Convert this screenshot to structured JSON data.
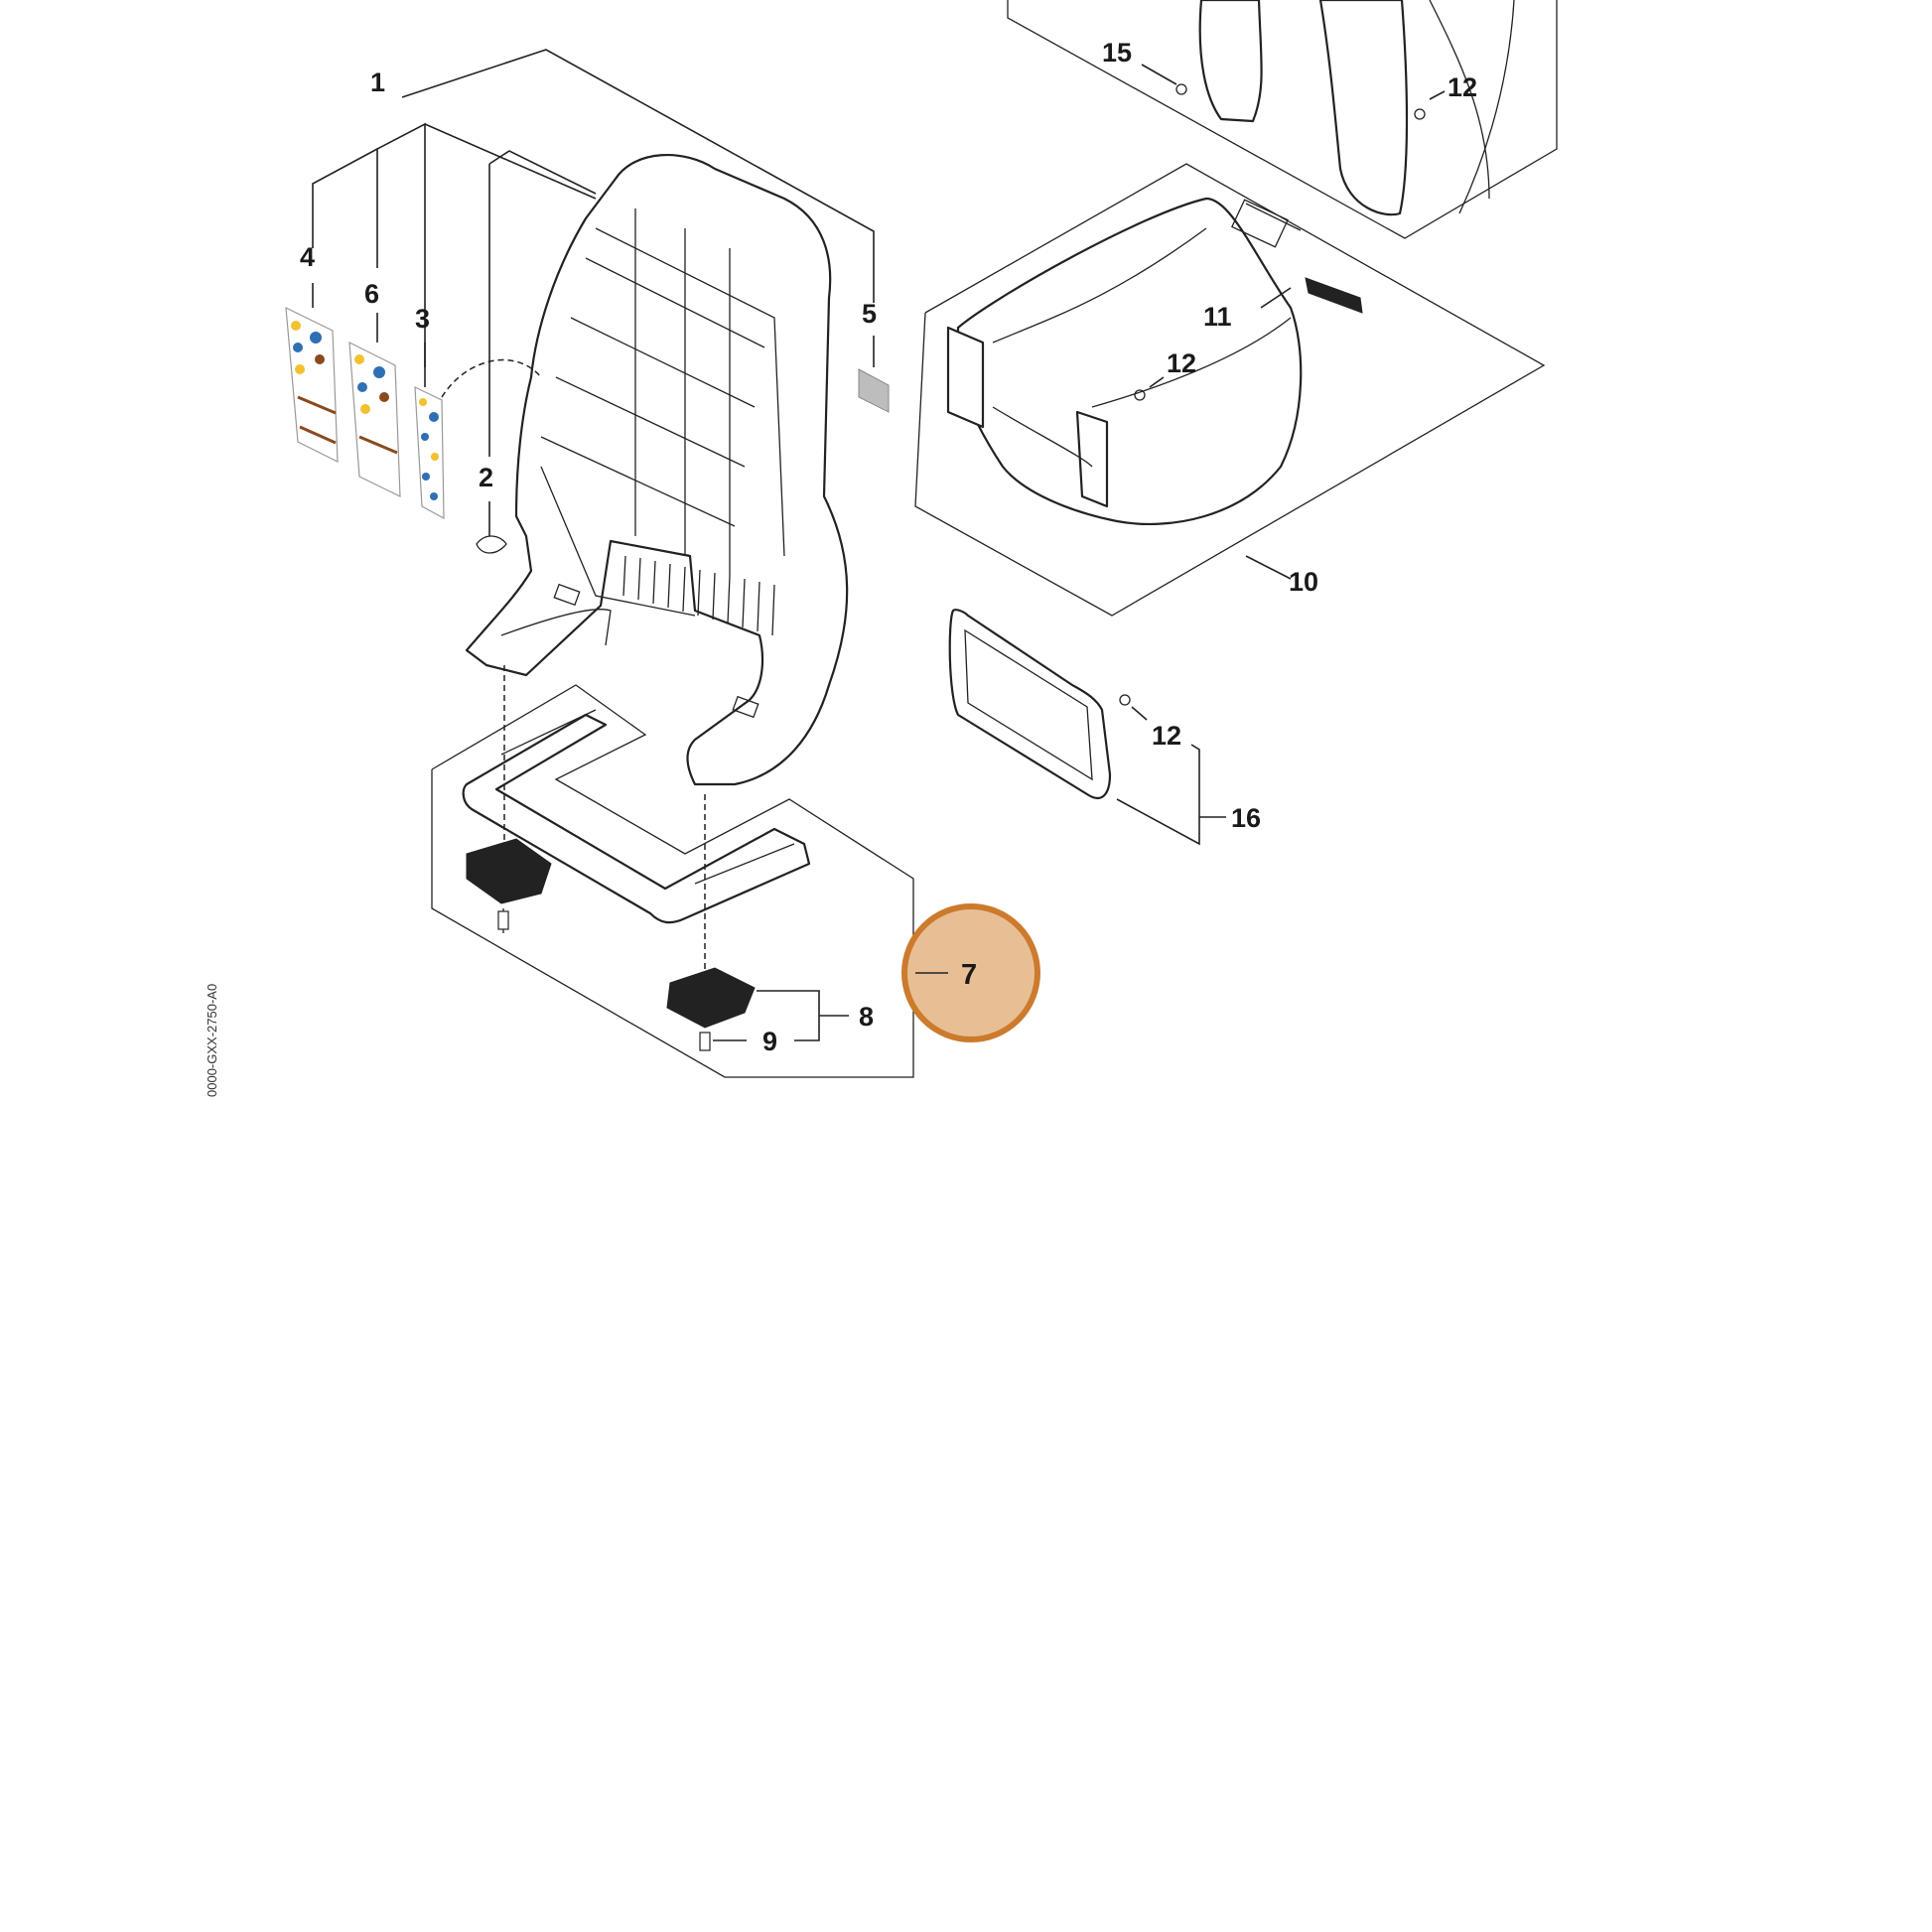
{
  "diagram": {
    "callouts": {
      "c1": "1",
      "c2": "2",
      "c3": "3",
      "c4": "4",
      "c5": "5",
      "c6": "6",
      "c7": "7",
      "c8": "8",
      "c9": "9",
      "c10": "10",
      "c11": "11",
      "c12a": "12",
      "c12b": "12",
      "c12c": "12",
      "c15": "15",
      "c16": "16"
    },
    "highlighted_callout": "7",
    "drawing_code": "0000-GXX-2750-A0",
    "colors": {
      "highlight_fill": "#e8bf95",
      "highlight_stroke": "#cc7a2c",
      "line": "#222222",
      "label_yellow": "#f2c12e",
      "label_blue": "#2f6fb3",
      "label_brown": "#8a4a1e"
    }
  }
}
